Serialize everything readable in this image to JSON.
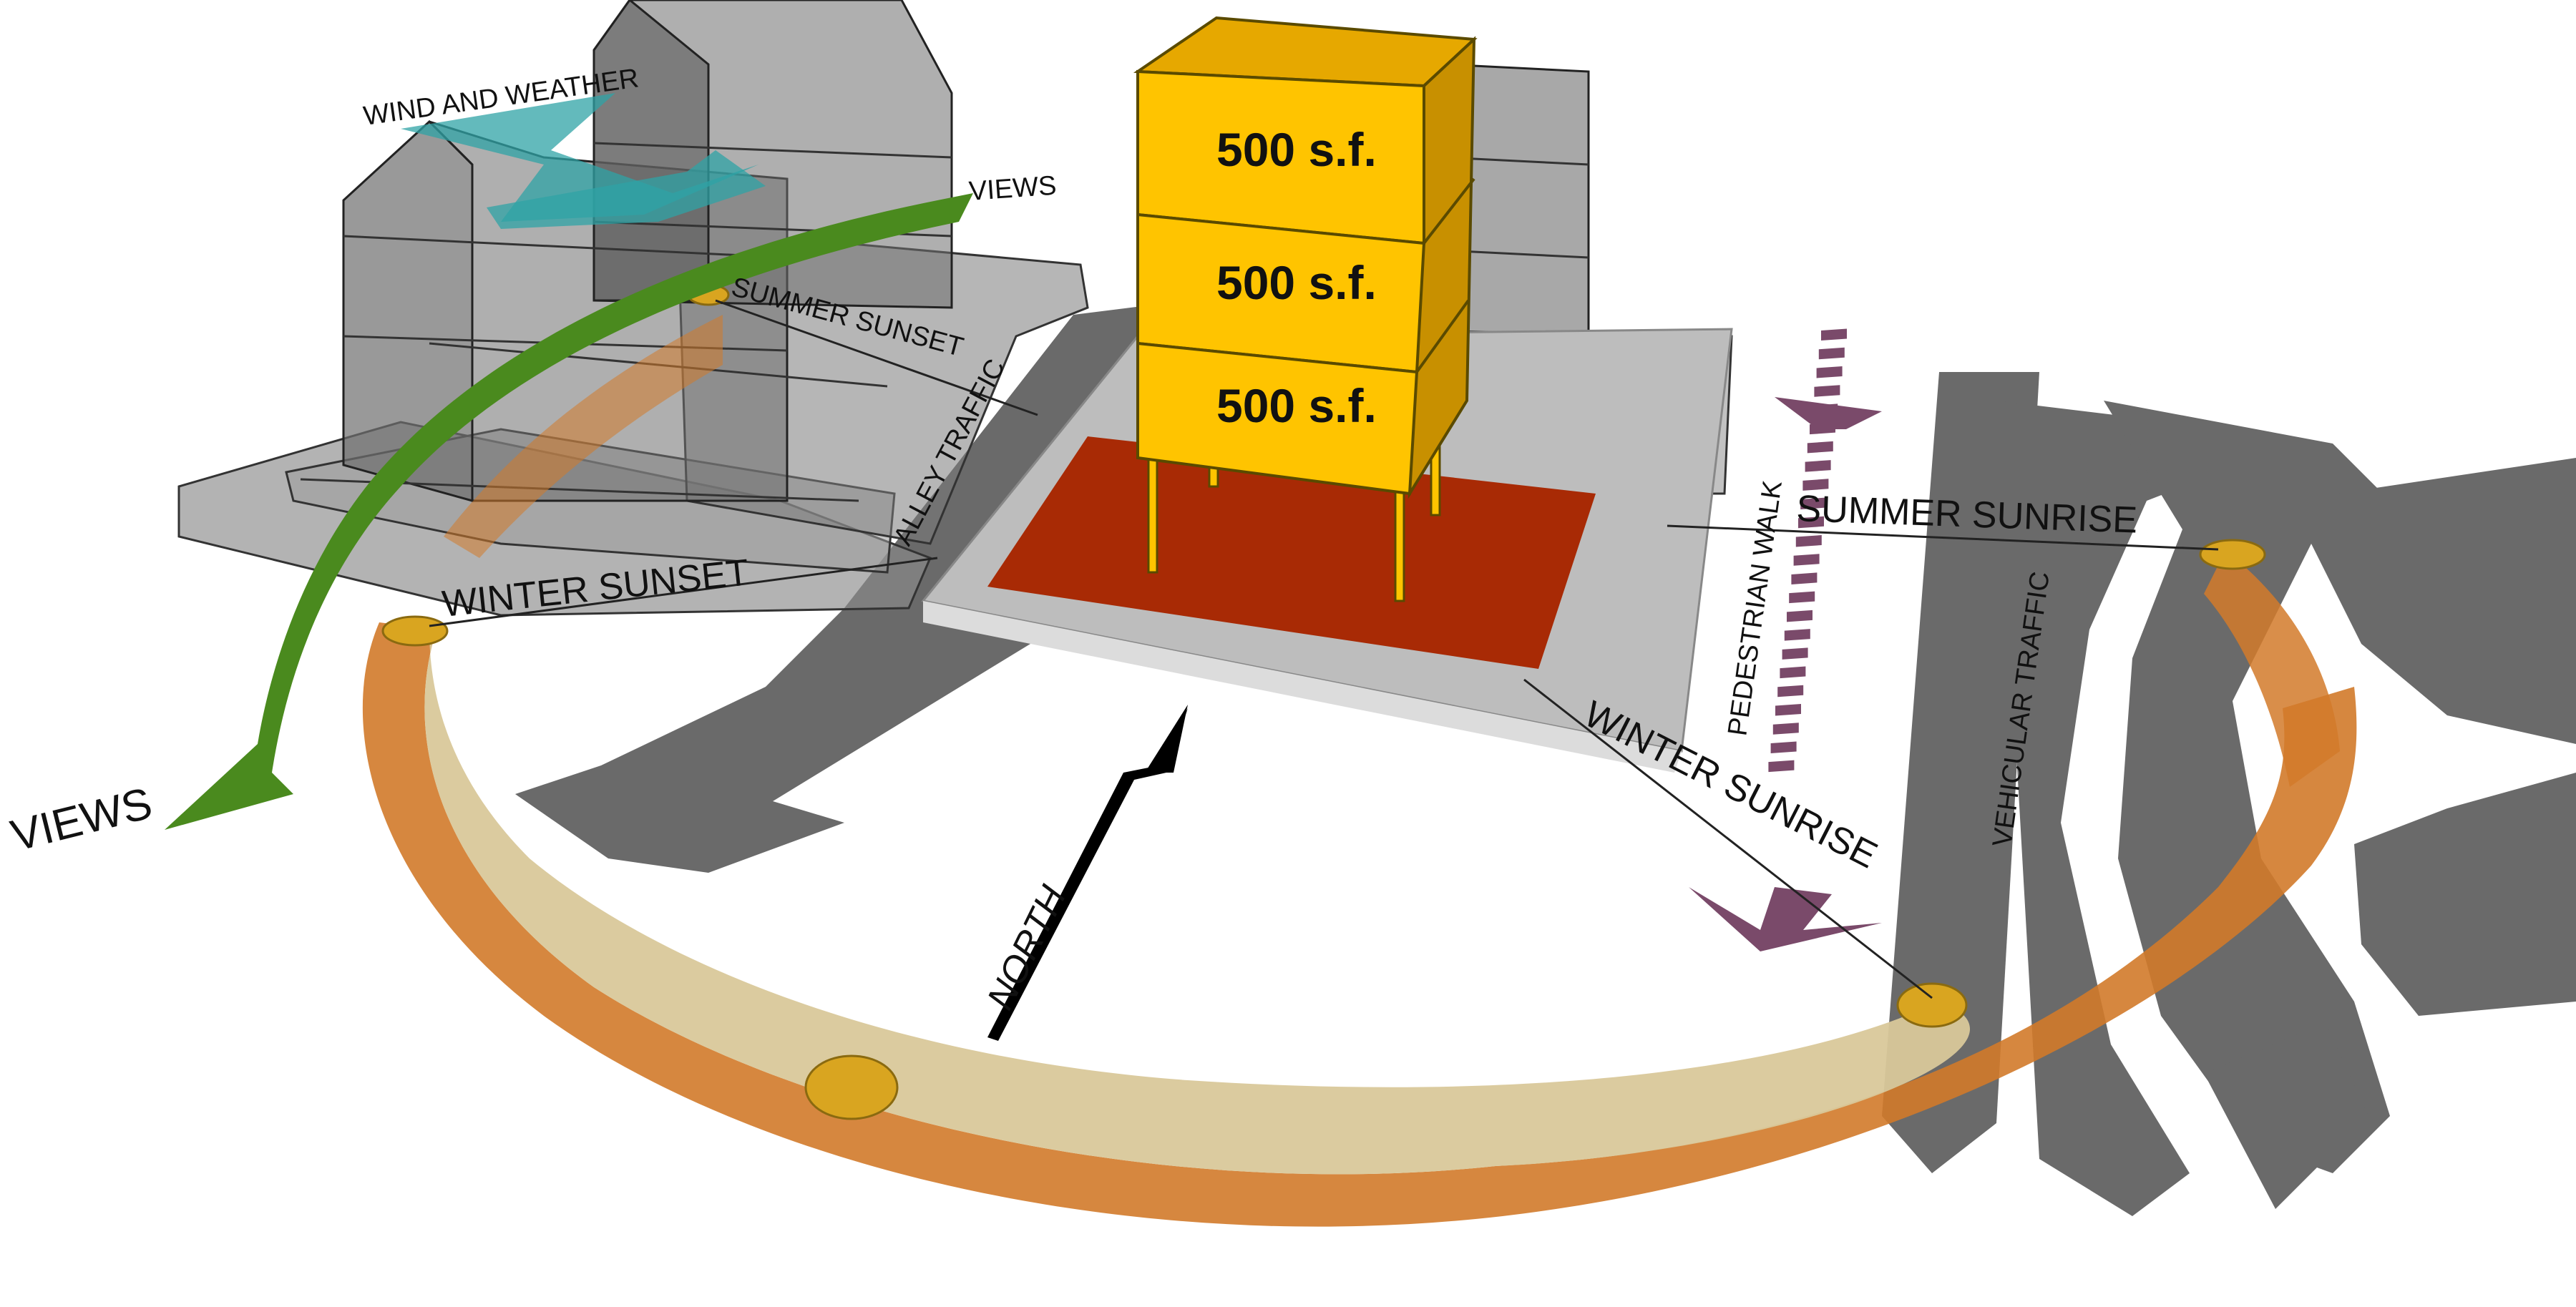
{
  "labels": {
    "wind_and_weather": "WIND AND WEATHER",
    "views_top": "VIEWS",
    "views_left": "VIEWS",
    "summer_sunset": "SUMMER SUNSET",
    "winter_sunset": "WINTER SUNSET",
    "alley_traffic": "ALLEY TRAFFIC",
    "north": "NORTH",
    "pedestrian_walk": "PEDESTRIAN WALK",
    "summer_sunrise": "SUMMER SUNRISE",
    "winter_sunrise": "WINTER SUNRISE",
    "vehicular_traffic": "VEHICULAR TRAFFIC"
  },
  "floors": [
    {
      "label": "500 s.f."
    },
    {
      "label": "500 s.f."
    },
    {
      "label": "500 s.f."
    }
  ],
  "colors": {
    "background": "#ffffff",
    "building_ghost": "#6e6e6e",
    "plaza": "#bdbdbd",
    "site_pad": "#a82a05",
    "tower_front": "#ffc400",
    "tower_side": "#c89000",
    "tower_top": "#e6a800",
    "sun_path_outer": "#d27a2a",
    "sun_path_inner": "#d9c89a",
    "sun_marker": "#d9a520",
    "views_arrow": "#4a8a1e",
    "wind": "#2fa3a6",
    "traffic": "#6a6a6a",
    "pedestrian": "#7a4a6a",
    "north_arrow": "#000000"
  }
}
